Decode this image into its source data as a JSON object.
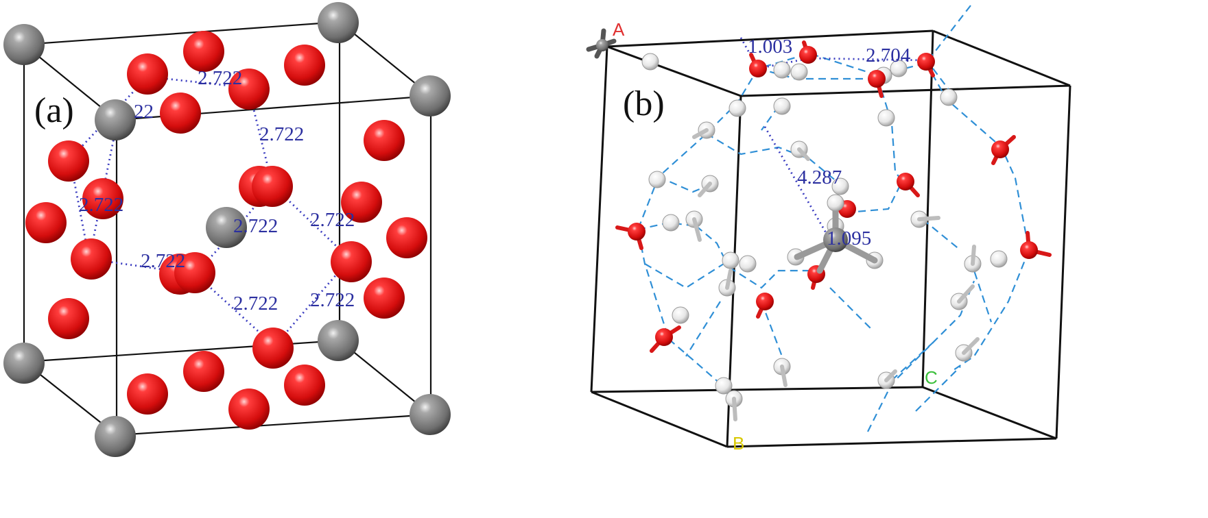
{
  "panel_a": {
    "label": "(a)",
    "distances": [
      "2.722",
      "2.722",
      "2.722",
      "2.722",
      "2.722",
      "2.722",
      "2.722",
      "2.722",
      "22"
    ]
  },
  "panel_b": {
    "label": "(b)",
    "distances": [
      "1.003",
      "2.704",
      "4.287",
      "1.095"
    ],
    "axes": {
      "a": "A",
      "b": "B",
      "c": "C"
    },
    "axis_colors": {
      "a": "#e03030",
      "b": "#d8c800",
      "c": "#3bbf3b"
    }
  },
  "colors": {
    "oxygen": "#e01818",
    "methane": "#808080",
    "hydrogen": "#f0f0f0",
    "hbond": "#2f8fd6",
    "distance": "#2b2fa0"
  }
}
